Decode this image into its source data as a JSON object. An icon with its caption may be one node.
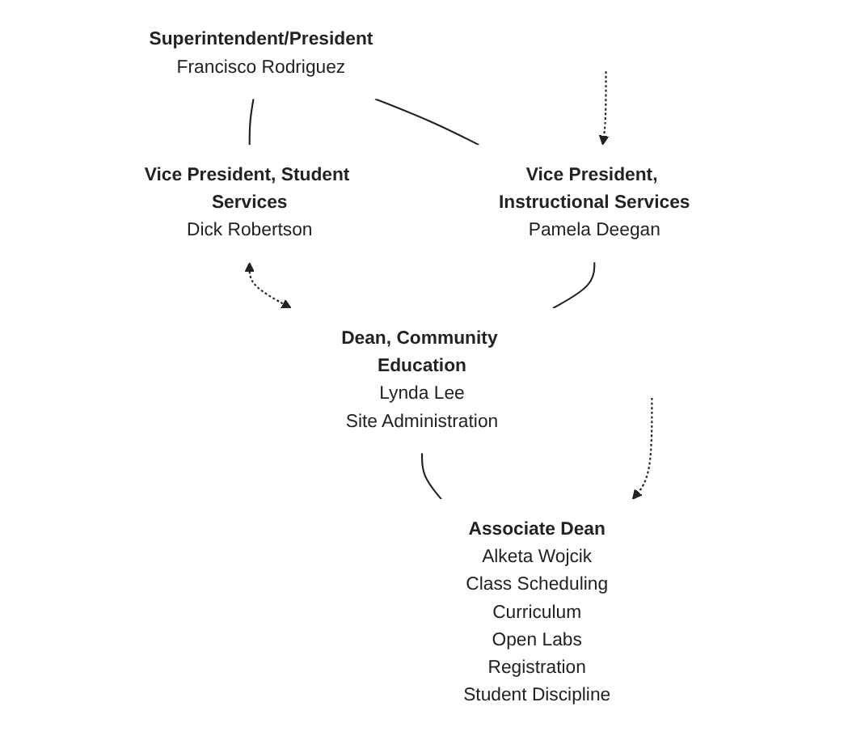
{
  "diagram": {
    "nodes": [
      {
        "text": [
          "Superintendent/President",
          "Francisco Rodriguez"
        ]
      },
      {
        "text": [
          "Vice President, Student Services",
          "Dick Robertson"
        ]
      },
      {
        "text": [
          "Vice President, Instructional Services",
          "Pamela Deegan"
        ]
      },
      {
        "text": [
          "Dean, Community Education",
          "Lynda Lee",
          "Site Administration"
        ]
      },
      {
        "text": [
          "Associate Dean",
          "Alketa Wojcik",
          "Class Scheduling",
          "Curriculum",
          "Open Labs",
          "Registration",
          "Student Discipline"
        ]
      }
    ],
    "edges": [
      {
        "from": 0,
        "to": 1,
        "arrow": "none"
      },
      {
        "from": 0,
        "to": 2,
        "arrow": "none"
      },
      {
        "from": 1,
        "to": 3,
        "arrow": "both",
        "style": "dashed"
      },
      {
        "from": 2,
        "to": 3,
        "arrow": "none"
      },
      {
        "from": null,
        "to": 2,
        "arrow": "to",
        "style": "dashed"
      },
      {
        "from": 3,
        "to": 4,
        "arrow": "none"
      },
      {
        "from": null,
        "to": 4,
        "arrow": "to",
        "style": "dashed"
      }
    ]
  }
}
